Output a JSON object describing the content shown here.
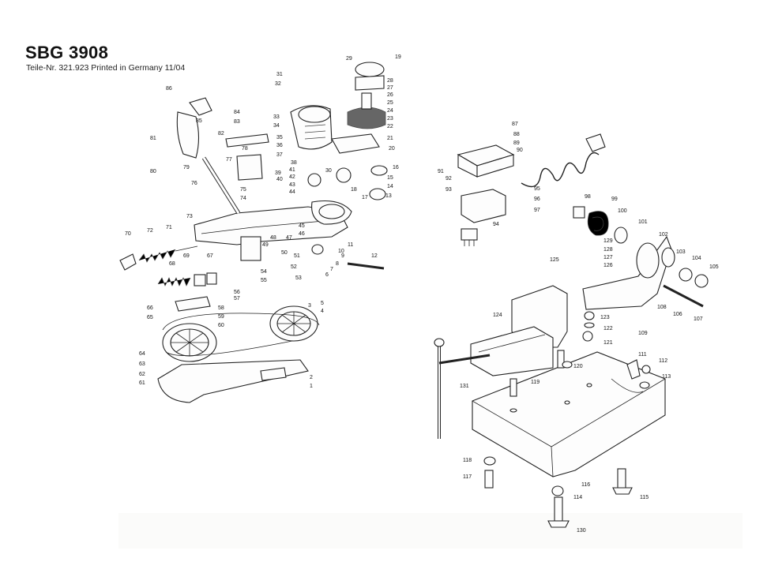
{
  "header": {
    "title": "SBG 3908",
    "subtitle": "Teile-Nr. 321.923 Printed in Germany 11/04"
  },
  "part_numbers": [
    "1",
    "2",
    "3",
    "4",
    "5",
    "6",
    "7",
    "8",
    "9",
    "10",
    "11",
    "12",
    "13",
    "14",
    "15",
    "16",
    "17",
    "18",
    "19",
    "20",
    "21",
    "22",
    "23",
    "24",
    "25",
    "26",
    "27",
    "28",
    "29",
    "30",
    "31",
    "32",
    "33",
    "34",
    "35",
    "36",
    "37",
    "38",
    "39",
    "40",
    "41",
    "42",
    "43",
    "44",
    "45",
    "46",
    "47",
    "48",
    "49",
    "50",
    "51",
    "52",
    "53",
    "54",
    "55",
    "56",
    "57",
    "58",
    "59",
    "60",
    "61",
    "62",
    "63",
    "64",
    "65",
    "66",
    "67",
    "68",
    "69",
    "70",
    "71",
    "72",
    "73",
    "74",
    "75",
    "76",
    "77",
    "78",
    "79",
    "80",
    "81",
    "82",
    "83",
    "84",
    "85",
    "86",
    "87",
    "88",
    "89",
    "90",
    "91",
    "92",
    "93",
    "94",
    "95",
    "96",
    "97",
    "98",
    "99",
    "100",
    "101",
    "102",
    "103",
    "104",
    "105",
    "106",
    "107",
    "108",
    "109",
    "111",
    "112",
    "113",
    "114",
    "115",
    "116",
    "117",
    "118",
    "119",
    "120",
    "121",
    "122",
    "123",
    "124",
    "125",
    "126",
    "127",
    "128",
    "129",
    "130",
    "131"
  ]
}
